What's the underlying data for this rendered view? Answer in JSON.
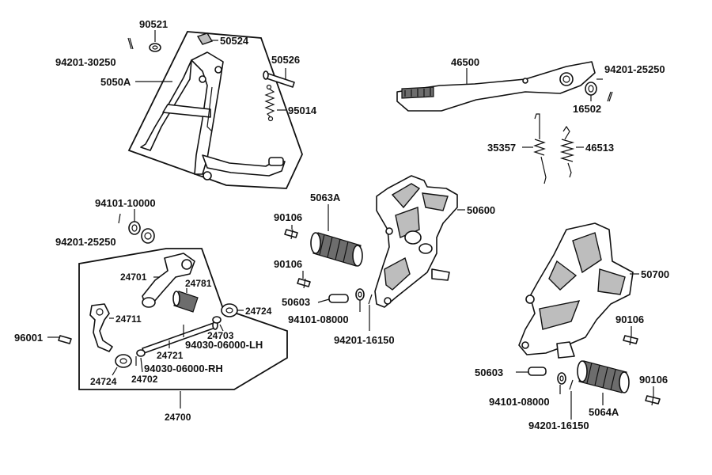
{
  "labels": {
    "l_90521": "90521",
    "l_50524": "50524",
    "l_94201_30250": "94201-30250",
    "l_5050A": "5050A",
    "l_50526": "50526",
    "l_95014": "95014",
    "l_46500": "46500",
    "l_94201_25250_a": "94201-25250",
    "l_16502": "16502",
    "l_35357": "35357",
    "l_46513": "46513",
    "l_94101_10000": "94101-10000",
    "l_94201_25250_b": "94201-25250",
    "l_90106_a": "90106",
    "l_5063A": "5063A",
    "l_50600": "50600",
    "l_90106_b": "90106",
    "l_50603_a": "50603",
    "l_94101_08000_a": "94101-08000",
    "l_94201_16150_a": "94201-16150",
    "l_24701": "24701",
    "l_24781": "24781",
    "l_24724_a": "24724",
    "l_24711": "24711",
    "l_24703": "24703",
    "l_96001": "96001",
    "l_94030_LH": "94030-06000-LH",
    "l_24721": "24721",
    "l_94030_RH": "94030-06000-RH",
    "l_24724_b": "24724",
    "l_24702": "24702",
    "l_24700": "24700",
    "l_50700": "50700",
    "l_90106_c": "90106",
    "l_50603_b": "50603",
    "l_90106_d": "90106",
    "l_94101_08000_b": "94101-08000",
    "l_5064A": "5064A",
    "l_94201_16150_b": "94201-16150"
  }
}
